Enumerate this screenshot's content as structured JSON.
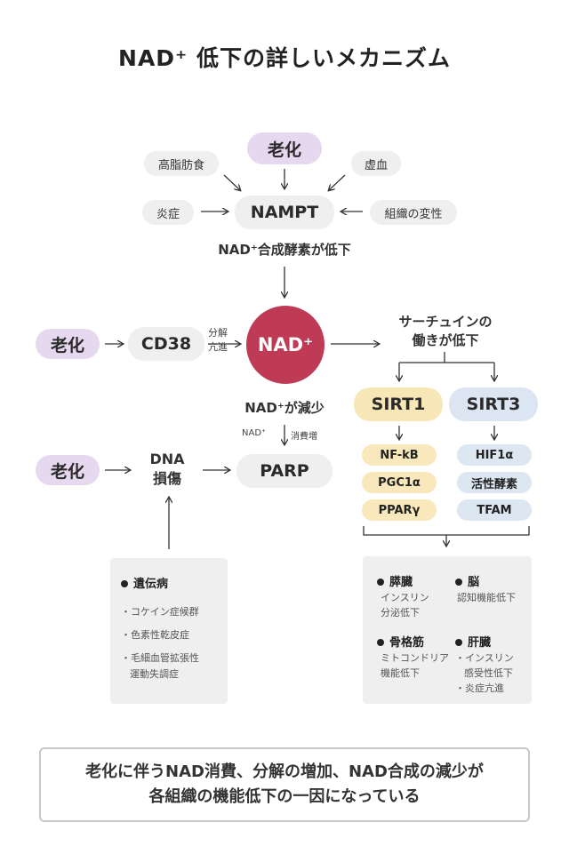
{
  "title": "NAD⁺ 低下の詳しいメカニズム",
  "top": {
    "aging": "老化",
    "high_fat": "高脂肪食",
    "ischemia": "虚血",
    "inflammation": "炎症",
    "tissue_degeneration": "組織の変性",
    "nampt": "NAMPT",
    "nad_synthase_down": "NAD⁺合成酵素が低下"
  },
  "middle": {
    "aging": "老化",
    "cd38": "CD38",
    "breakdown_1": "分解",
    "breakdown_2": "亢進",
    "nad": "NAD⁺",
    "sirtuin_1": "サーチュインの",
    "sirtuin_2": "働きが低下",
    "nad_decrease": "NAD⁺が減少",
    "nad_small": "NAD⁺",
    "consumption_up": "消費増"
  },
  "lower": {
    "aging": "老化",
    "dna_1": "DNA",
    "dna_2": "損傷",
    "parp": "PARP"
  },
  "sirt": {
    "sirt1": "SIRT1",
    "sirt3": "SIRT3",
    "sirt1_targets": [
      "NF-kB",
      "PGC1α",
      "PPARγ"
    ],
    "sirt3_targets": [
      "HIF1α",
      "活性酵素",
      "TFAM"
    ]
  },
  "genetic": {
    "heading": "遺伝病",
    "items": [
      "・コケイン症候群",
      "・色素性乾皮症",
      "・毛細血管拡張性",
      "運動失調症"
    ]
  },
  "organs": {
    "pancreas": "膵臓",
    "pancreas_l1": "インスリン",
    "pancreas_l2": "分泌低下",
    "brain": "脳",
    "brain_l1": "認知機能低下",
    "muscle": "骨格筋",
    "muscle_l1": "ミトコンドリア",
    "muscle_l2": "機能低下",
    "liver": "肝臓",
    "liver_l1": "・インスリン",
    "liver_l2": "感受性低下",
    "liver_l3": "・炎症亢進"
  },
  "summary": {
    "line1": "老化に伴うNAD消費、分解の増加、NAD合成の減少が",
    "line2": "各組織の機能低下の一因になっている"
  },
  "colors": {
    "nad_circle": "#be3a55",
    "aging_pill": "#e6d8ee",
    "sirt1": "#f7e7b6",
    "sirt3": "#dbe6f2"
  }
}
